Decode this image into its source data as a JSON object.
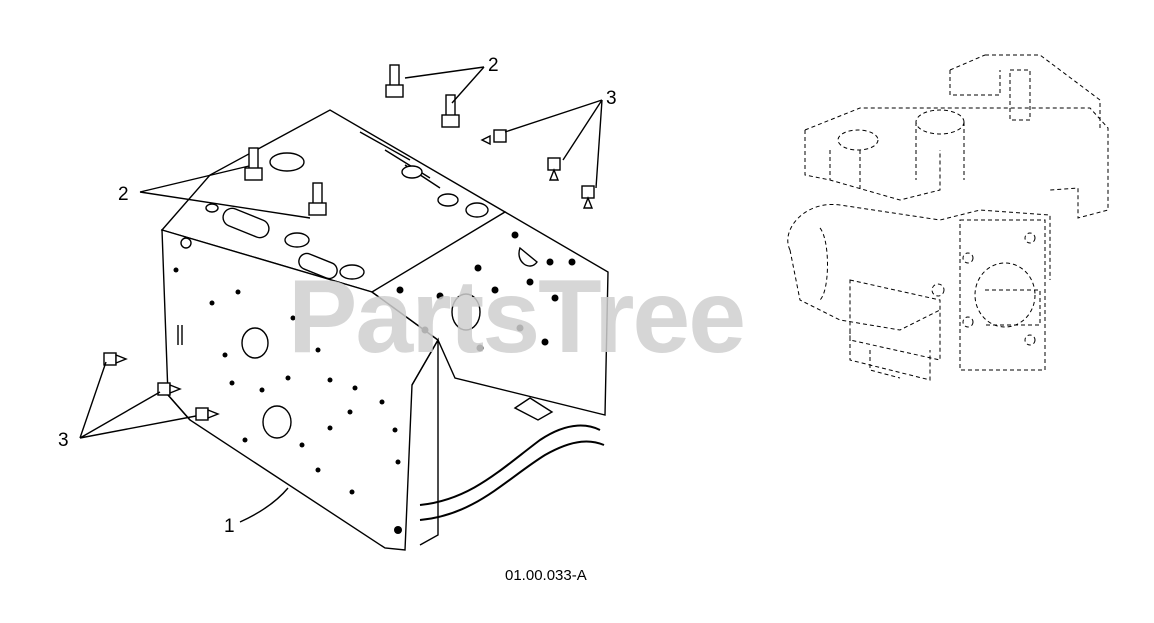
{
  "watermark": "PartsTree",
  "drawing_id": "01.00.033-A",
  "callouts": {
    "frame": "1",
    "studs_top": "2",
    "studs_left": "2",
    "bolts_right": "3",
    "bolts_left": "3"
  }
}
